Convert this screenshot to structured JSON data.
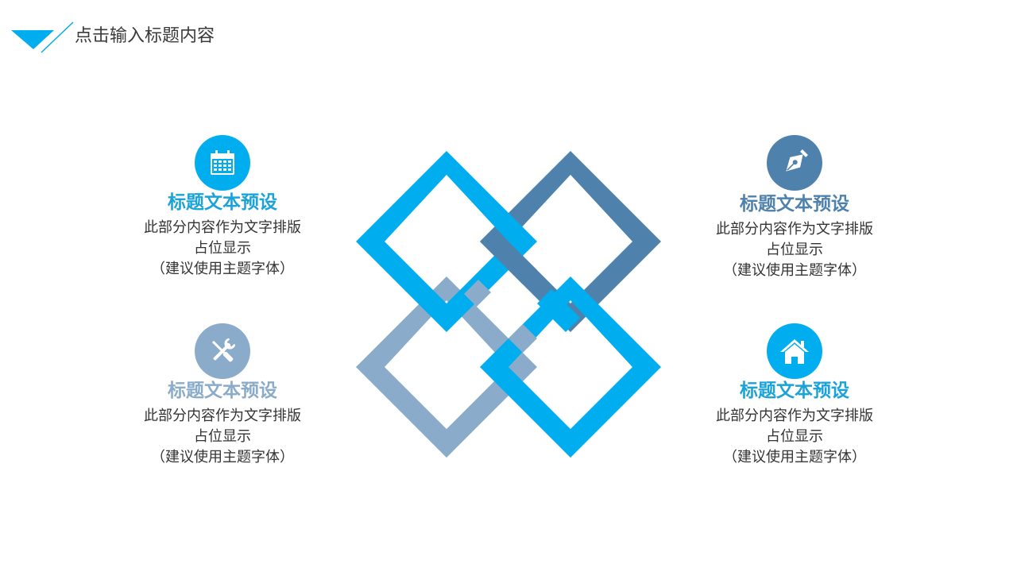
{
  "header": {
    "title": "点击输入标题内容"
  },
  "colors": {
    "bright_blue": "#00aeef",
    "steel_blue": "#4f81ad",
    "pale_blue": "#8aabc9",
    "title_text": "#3a3a3a",
    "body_text": "#333333"
  },
  "cards": [
    {
      "icon": "calendar-icon",
      "title": "标题文本预设",
      "line1": "此部分内容作为文字排版",
      "line2": "占位显示",
      "line3": "（建议使用主题字体）"
    },
    {
      "icon": "pen-nib-icon",
      "title": "标题文本预设",
      "line1": "此部分内容作为文字排版",
      "line2": "占位显示",
      "line3": "（建议使用主题字体）"
    },
    {
      "icon": "tools-icon",
      "title": "标题文本预设",
      "line1": "此部分内容作为文字排版",
      "line2": "占位显示",
      "line3": "（建议使用主题字体）"
    },
    {
      "icon": "home-icon",
      "title": "标题文本预设",
      "line1": "此部分内容作为文字排版",
      "line2": "占位显示",
      "line3": "（建议使用主题字体）"
    }
  ]
}
